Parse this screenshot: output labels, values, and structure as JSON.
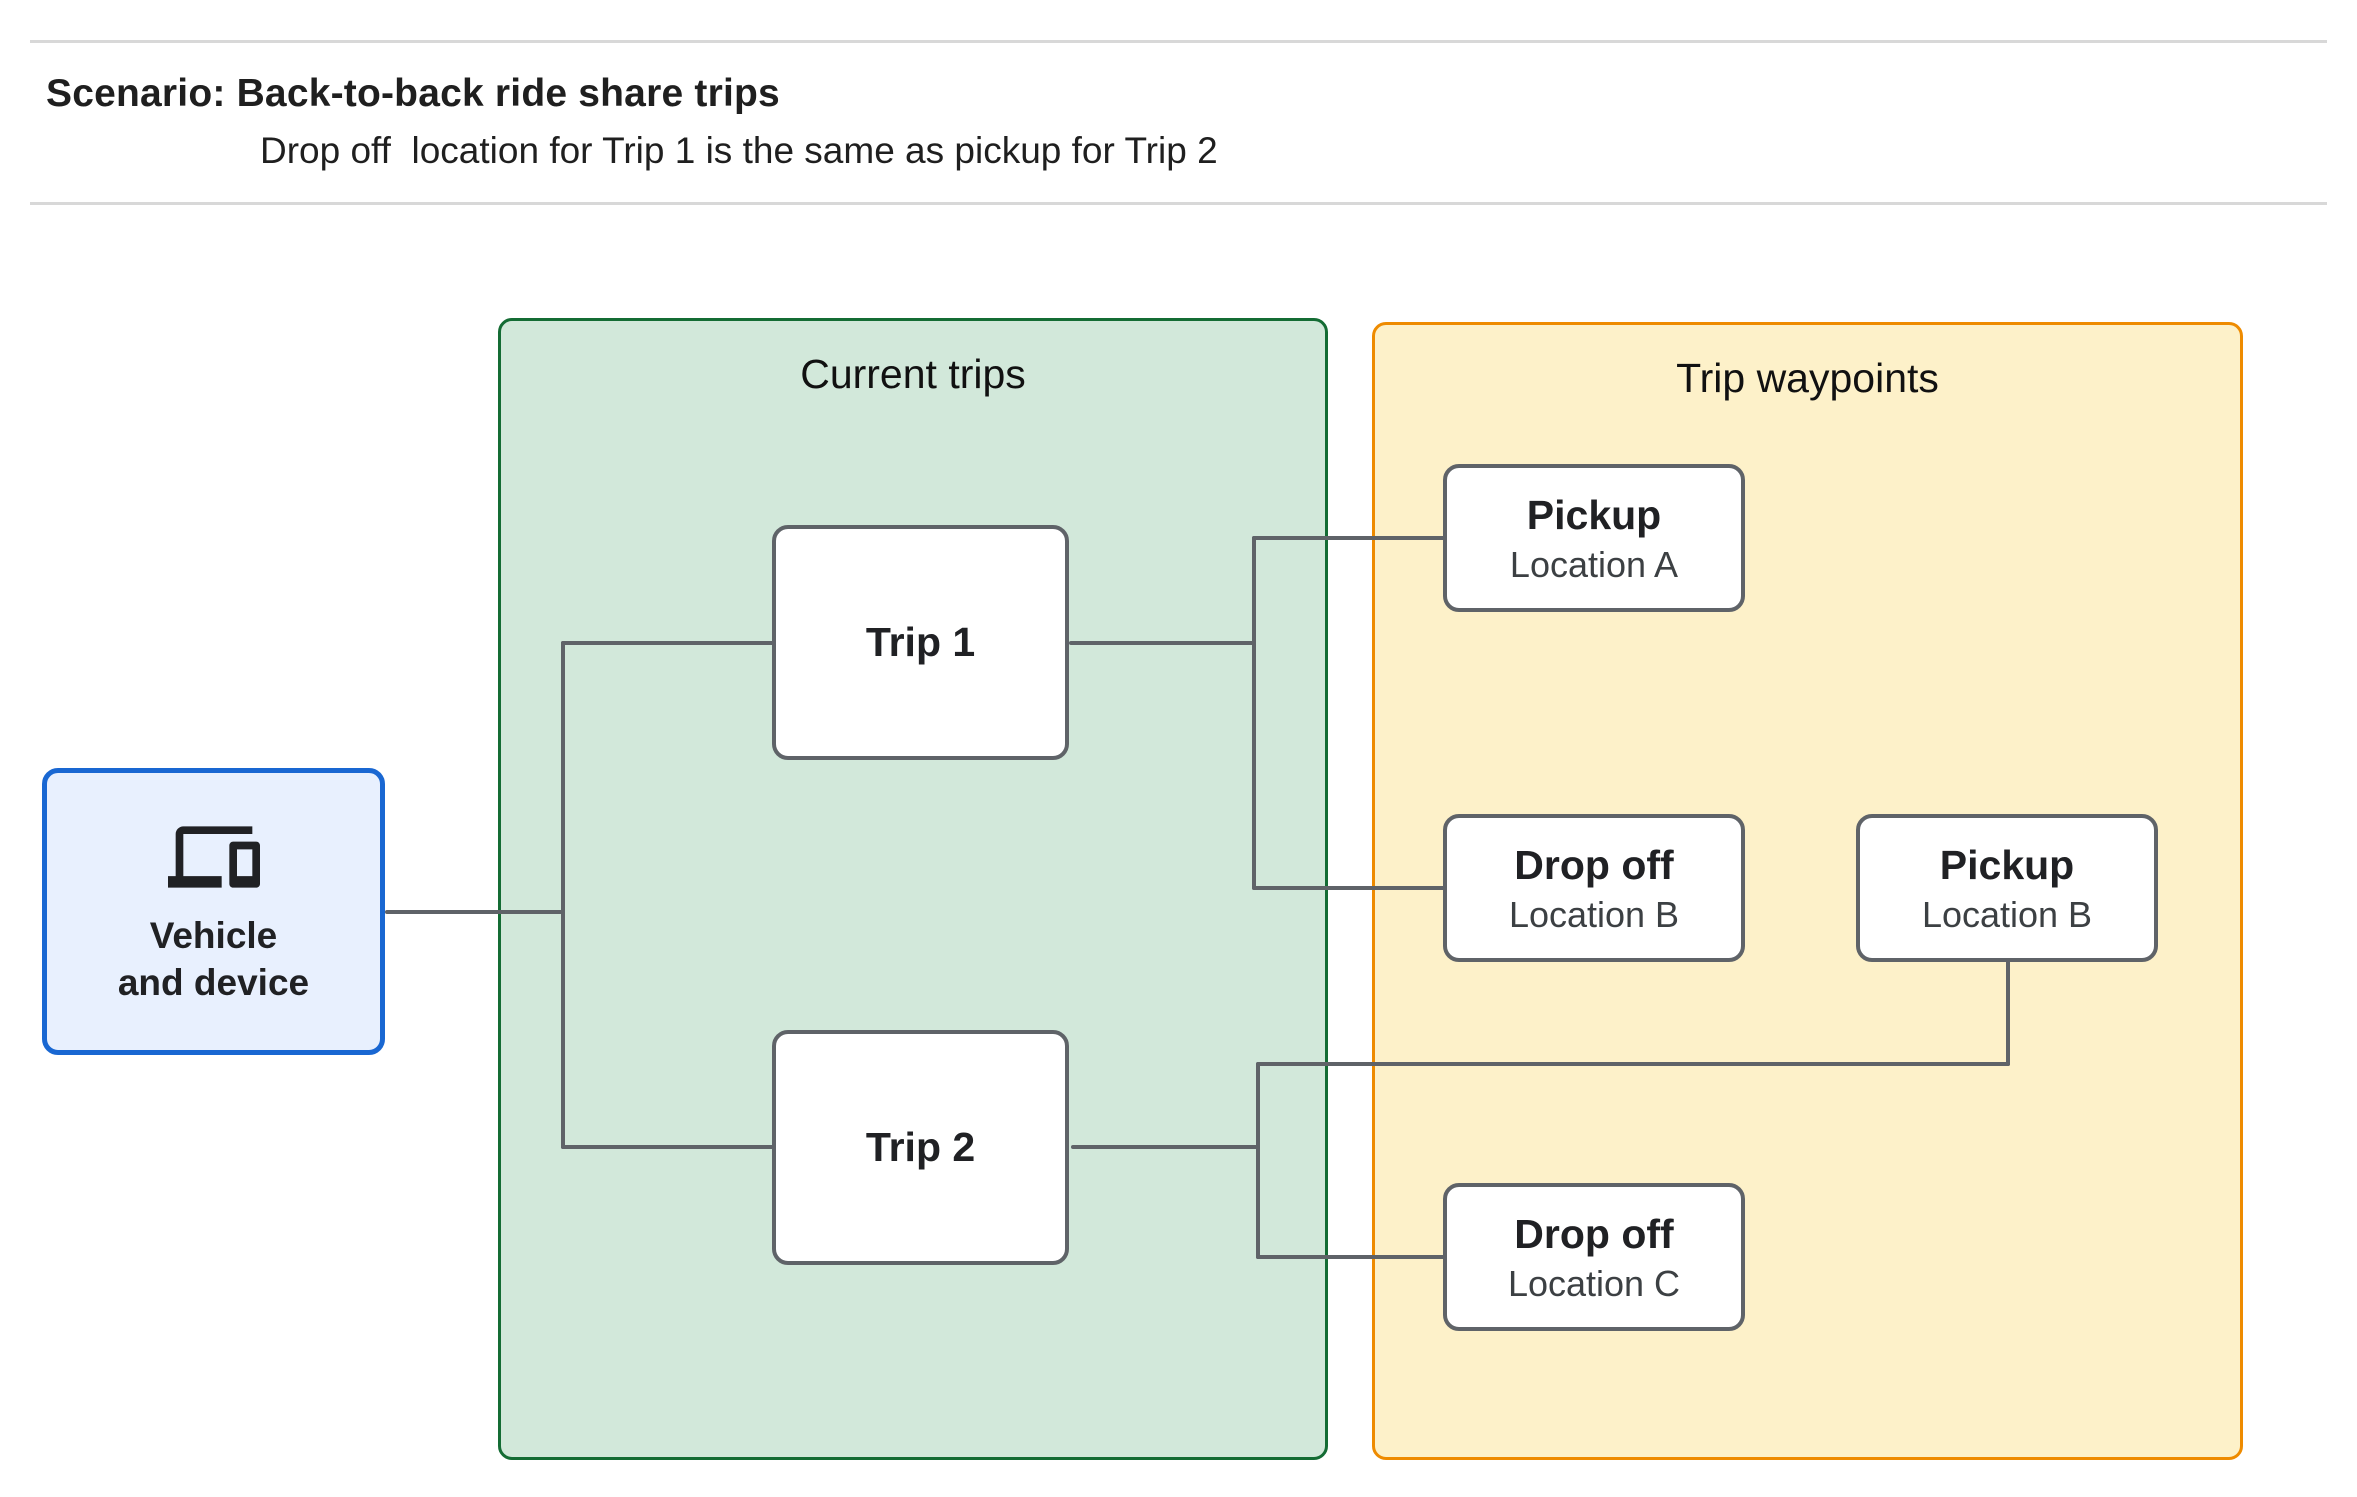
{
  "header": {
    "title": "Scenario: Back-to-back ride share trips",
    "subtitle": "Drop off  location for Trip 1 is the same as pickup for Trip 2"
  },
  "vehicle": {
    "label": "Vehicle\nand device",
    "icon": "devices-icon"
  },
  "panels": {
    "current_trips": {
      "title": "Current trips"
    },
    "trip_waypoints": {
      "title": "Trip waypoints"
    }
  },
  "nodes": {
    "trip1": {
      "label": "Trip 1"
    },
    "trip2": {
      "label": "Trip 2"
    },
    "pickup_a": {
      "title": "Pickup",
      "subtitle": "Location A"
    },
    "dropoff_b": {
      "title": "Drop off",
      "subtitle": "Location B"
    },
    "pickup_b": {
      "title": "Pickup",
      "subtitle": "Location B"
    },
    "dropoff_c": {
      "title": "Drop off",
      "subtitle": "Location C"
    }
  },
  "colors": {
    "current_trips_fill": "#d2e8da",
    "current_trips_border": "#146c34",
    "trip_waypoints_fill": "#fdf1c9",
    "trip_waypoints_border": "#ee8b00",
    "vehicle_fill": "#e8f0fe",
    "vehicle_border": "#1967d2",
    "node_border": "#5f6368",
    "connector": "#5f6368",
    "divider": "#d8d8d8"
  }
}
